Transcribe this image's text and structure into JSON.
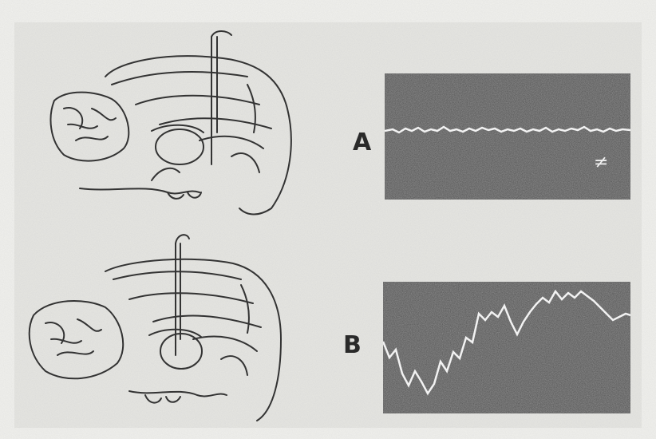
{
  "figure": {
    "panels": [
      {
        "id": "A",
        "label": "A"
      },
      {
        "id": "B",
        "label": "B"
      }
    ],
    "colors": {
      "paper": "#f2f2ef",
      "ink": "#3a3a3a",
      "trace_background": "#4a4a4a",
      "trace_line": "#f0f0f0"
    },
    "trace_a_mark": "≠"
  }
}
